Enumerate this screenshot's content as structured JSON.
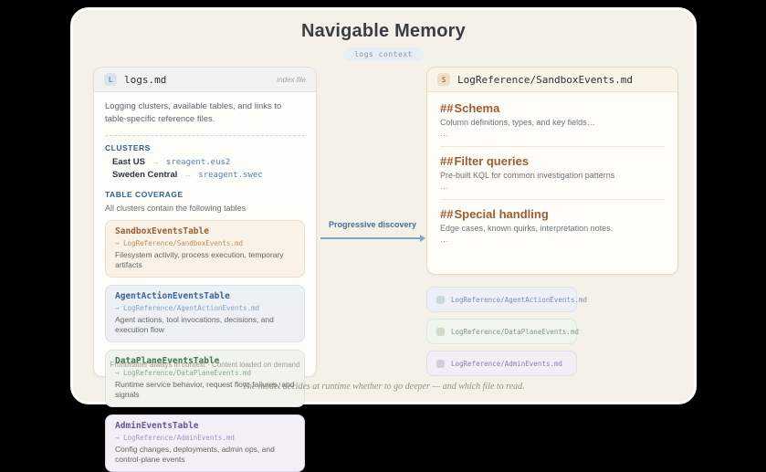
{
  "ui": {
    "arrow": "→"
  },
  "header": {
    "title": "Navigable Memory",
    "badge": "logs context"
  },
  "left_panel": {
    "icon": "L",
    "file": "logs.md",
    "tag": "index file",
    "description": "Logging clusters, available tables, and links to table-specific reference files.",
    "clusters_label": "CLUSTERS",
    "clusters": [
      {
        "name": "East US",
        "value": "sreagent.eus2"
      },
      {
        "name": "Sweden Central",
        "value": "sreagent.swec"
      }
    ],
    "coverage_label": "TABLE COVERAGE",
    "coverage_subtitle": "All clusters contain the following tables",
    "tables": [
      {
        "name": "SandboxEventsTable",
        "link": "→ LogReference/SandboxEvents.md",
        "desc": "Filesystem activity, process execution, temporary artifacts"
      },
      {
        "name": "AgentActionEventsTable",
        "link": "→ LogReference/AgentActionEvents.md",
        "desc": "Agent actions, tool invocations, decisions, and execution flow"
      },
      {
        "name": "DataPlaneEventsTable",
        "link": "→ LogReference/DataPlaneEvents.md",
        "desc": "Runtime service behavior, request flow, failures, and signals"
      },
      {
        "name": "AdminEventsTable",
        "link": "→ LogReference/AdminEvents.md",
        "desc": "Config changes, deployments, admin ops, and control-plane events"
      }
    ],
    "footer": "Frontmatter always in context · Content loaded on demand"
  },
  "discovery": {
    "label": "Progressive discovery"
  },
  "right_panel": {
    "icon": "S",
    "file": "LogReference/SandboxEvents.md",
    "sections": [
      {
        "hashes": "##",
        "title": "Schema",
        "desc": "Column definitions, types, and key fields…",
        "more": "…"
      },
      {
        "hashes": "##",
        "title": "Filter queries",
        "desc": "Pre-built KQL for common investigation patterns",
        "more": "…"
      },
      {
        "hashes": "##",
        "title": "Special handling",
        "desc": "Edge cases, known quirks, interpretation notes.",
        "more": "…"
      }
    ]
  },
  "ghost_links": [
    {
      "path": "LogReference/AgentActionEvents.md"
    },
    {
      "path": "LogReference/DataPlaneEvents.md"
    },
    {
      "path": "LogReference/AdminEvents.md"
    }
  ],
  "caption": "The model decides at runtime whether to go deeper — and which file to read.",
  "colors": {
    "accent_blue": "#33608e",
    "accent_rust": "#9c5c34",
    "accent_green": "#477149",
    "accent_purple": "#6a569c",
    "badge_bg": "#e7edf4",
    "window_bg": "#f4f1e9"
  }
}
